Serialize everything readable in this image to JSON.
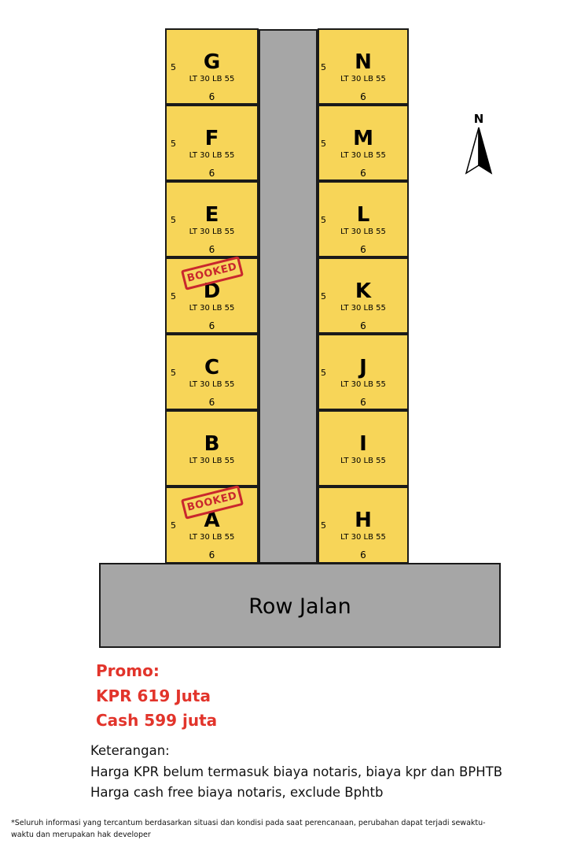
{
  "plot_left": [
    {
      "letter": "G",
      "info": "LT 30 LB 55",
      "depth": "5",
      "width": "6",
      "booked": false
    },
    {
      "letter": "F",
      "info": "LT 30 LB 55",
      "depth": "5",
      "width": "6",
      "booked": false
    },
    {
      "letter": "E",
      "info": "LT 30 LB 55",
      "depth": "5",
      "width": "6",
      "booked": false
    },
    {
      "letter": "D",
      "info": "LT 30 LB 55",
      "depth": "5",
      "width": "6",
      "booked": true
    },
    {
      "letter": "C",
      "info": "LT 30 LB 55",
      "depth": "5",
      "width": "6",
      "booked": false
    },
    {
      "letter": "B",
      "info": "LT 30 LB 55",
      "depth": "",
      "width": "",
      "booked": false
    },
    {
      "letter": "A",
      "info": "LT 30 LB 55",
      "depth": "5",
      "width": "6",
      "booked": true
    }
  ],
  "plot_right": [
    {
      "letter": "N",
      "info": "LT 30 LB 55",
      "depth": "5",
      "width": "6",
      "booked": false
    },
    {
      "letter": "M",
      "info": "LT 30 LB 55",
      "depth": "5",
      "width": "6",
      "booked": false
    },
    {
      "letter": "L",
      "info": "LT 30 LB 55",
      "depth": "5",
      "width": "6",
      "booked": false
    },
    {
      "letter": "K",
      "info": "LT 30 LB 55",
      "depth": "5",
      "width": "6",
      "booked": false
    },
    {
      "letter": "J",
      "info": "LT 30 LB 55",
      "depth": "5",
      "width": "6",
      "booked": false
    },
    {
      "letter": "I",
      "info": "LT 30 LB 55",
      "depth": "",
      "width": "",
      "booked": false
    },
    {
      "letter": "H",
      "info": "LT 30 LB 55",
      "depth": "5",
      "width": "6",
      "booked": false
    }
  ],
  "booked_label": "BOOKED",
  "road_label": "Row Jalan",
  "compass_label": "N",
  "promo": {
    "title": "Promo:",
    "kpr": "KPR 619 Juta",
    "cash": "Cash 599 juta"
  },
  "notes": {
    "title": "Keterangan:",
    "line1": "Harga KPR belum termasuk biaya notaris, biaya kpr dan BPHTB",
    "line2": "Harga cash free biaya notaris, exclude Bphtb"
  },
  "disclaimer": {
    "line1": "*Seluruh informasi yang tercantum berdasarkan situasi dan kondisi pada saat perencanaan, perubahan dapat terjadi sewaktu-",
    "line2": "waktu dan merupakan hak developer"
  },
  "colors": {
    "lot_fill": "#f7d558",
    "road_fill": "#a6a6a6",
    "promo_text": "#e2342b",
    "stamp": "#c9272d"
  }
}
